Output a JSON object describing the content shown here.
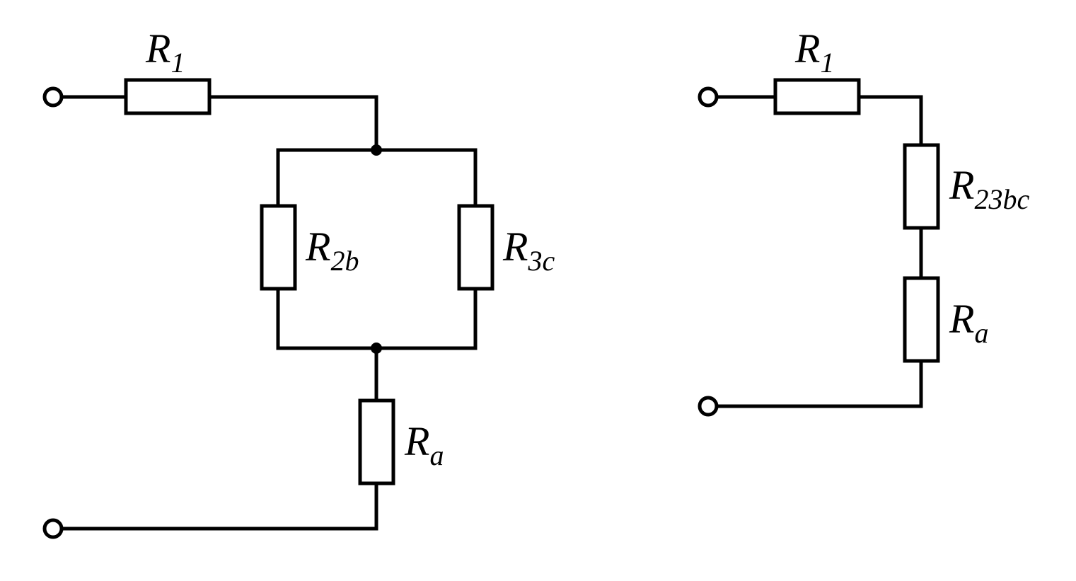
{
  "circuit_left": {
    "r1": {
      "main": "R",
      "sub": "1"
    },
    "r2b": {
      "main": "R",
      "sub": "2b"
    },
    "r3c": {
      "main": "R",
      "sub": "3c"
    },
    "ra": {
      "main": "R",
      "sub": "a"
    }
  },
  "circuit_right": {
    "r1": {
      "main": "R",
      "sub": "1"
    },
    "r23bc": {
      "main": "R",
      "sub": "23bc"
    },
    "ra": {
      "main": "R",
      "sub": "a"
    }
  }
}
